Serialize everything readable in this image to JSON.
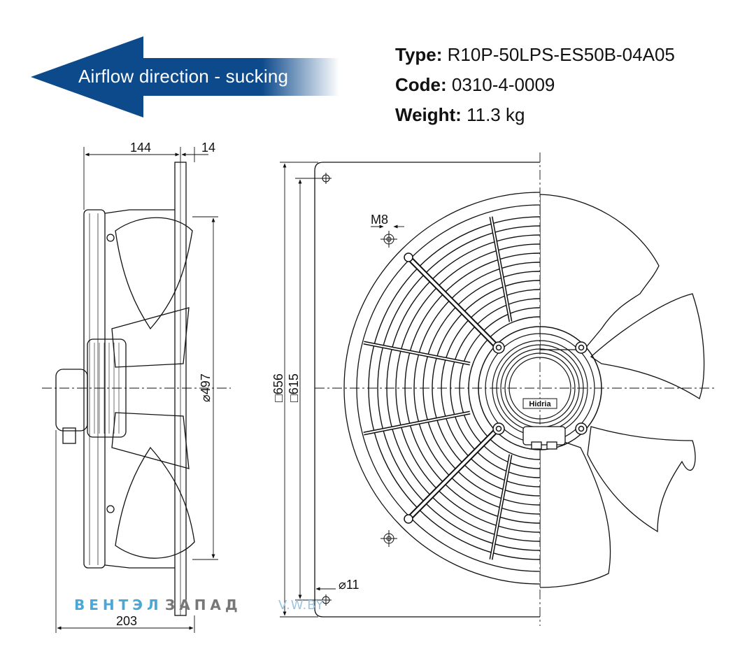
{
  "banner": {
    "text": "Airflow direction - sucking",
    "color_dark": "#0d4a8c",
    "color_light": "#ffffff"
  },
  "specs": [
    {
      "label": "Type:",
      "value": "R10P-50LPS-ES50B-04A05"
    },
    {
      "label": "Code:",
      "value": "0310-4-0009"
    },
    {
      "label": "Weight:",
      "value": "11.3 kg"
    }
  ],
  "dimensions": {
    "side_depth": "144",
    "flange_thickness": "14",
    "overall_depth": "203",
    "diameter": "⌀497",
    "panel_outer": "□656",
    "panel_inner": "□615",
    "thread": "M8",
    "hole": "⌀11"
  },
  "logo_text": "Hidria",
  "watermark": {
    "part1": "ВЕНТЭЛ",
    "part2": "ЗАПАД",
    "part3": "V.W.BY"
  }
}
